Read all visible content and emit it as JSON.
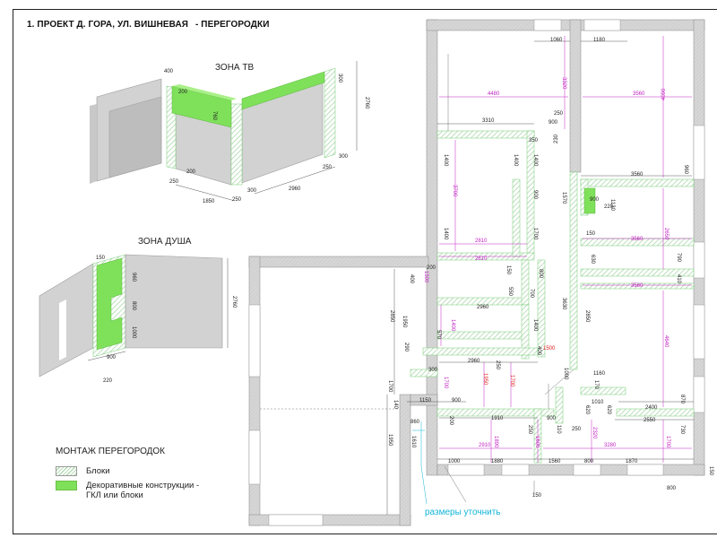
{
  "title": {
    "project": "1. ПРОЕКТ Д. ГОРА, УЛ. ВИШНЕВАЯ",
    "section": "- ПЕРЕГОРОДКИ"
  },
  "zones": {
    "tv": "ЗОНА ТВ",
    "shower": "ЗОНА ДУША"
  },
  "legend": {
    "title": "МОНТАЖ ПЕРЕГОРОДОК",
    "blocks": "Блоки",
    "deco_line1": "Декоративные конструкции -",
    "deco_line2": "ГКЛ или блоки"
  },
  "note": "размеры уточнить",
  "colors": {
    "wall_gray": "#d2d2d2",
    "deco_green": "#7fe05a",
    "block_hatch": "#9fd39f",
    "dim_magenta": "#c224c2",
    "dim_red": "#e02020",
    "note_cyan": "#13b5d8"
  },
  "tv_zone_dims": {
    "a": "400",
    "b": "200",
    "c": "760",
    "d": "300",
    "e": "2760",
    "f": "250",
    "g": "200",
    "h": "1850",
    "i": "250",
    "j": "300",
    "k": "2960",
    "l": "250",
    "m": "300"
  },
  "shower_zone_dims": {
    "a": "150",
    "b": "960",
    "c": "800",
    "d": "1000",
    "e": "2760",
    "f": "900",
    "g": "220"
  },
  "plan_dims": {
    "d1060": "1060",
    "d1180": "1180",
    "d4480": "4480",
    "d3560a": "3560",
    "d3320": "3320",
    "d4090": "4090",
    "d3310": "3310",
    "d250a": "250",
    "d900a": "900",
    "d350": "350",
    "d230": "230",
    "d1400a": "1400",
    "d3700": "3700",
    "d1400b": "1400",
    "d1400c": "1400",
    "d900b": "900",
    "d3560b": "3560",
    "d960": "960",
    "d1570": "1570",
    "d900c": "900",
    "d1130": "1130",
    "d220": "220",
    "d2810a": "2810",
    "d1400d": "1400",
    "d1700": "1700",
    "d2650": "2650",
    "d3560c": "3560",
    "d150": "150",
    "d2810b": "2810",
    "d150b": "150",
    "d800": "800",
    "d630": "630",
    "d790": "790",
    "d3560d": "3560",
    "d410": "410",
    "d200": "200",
    "d400": "400",
    "d550": "550",
    "d700": "700",
    "d1500a": "1500",
    "d2960a": "2960",
    "d2850a": "2850",
    "d1950": "1950",
    "d3630": "3630",
    "d2850b": "2850",
    "d4640": "4640",
    "d1400e": "1400",
    "d1400f": "1400",
    "d570": "570",
    "d400b": "400",
    "d290": "290",
    "d1500b": "1500",
    "d2960b": "2960",
    "d250b": "250",
    "d300": "300",
    "d1700b": "1700",
    "d1950b": "1950",
    "d1700c": "1700",
    "d1000": "1000",
    "d1160": "1160",
    "d170": "170",
    "d1010": "1010",
    "d2400": "2400",
    "d870": "870",
    "d1150": "1150",
    "d900d": "900",
    "d140": "140",
    "d1910": "1910",
    "d900e": "900",
    "d620": "620",
    "d620b": "620",
    "d2550": "2550",
    "d730": "730",
    "d200b": "200",
    "d250c": "250",
    "d110": "110",
    "d250d": "250",
    "d1950c": "1950",
    "d860": "860",
    "d1610": "1610",
    "d2910": "2910",
    "d1890": "1890",
    "d1600": "1600",
    "d2320": "2320",
    "d3280": "3280",
    "d1700d": "1700",
    "d1000b": "1000",
    "d1880": "1880",
    "d1560": "1560",
    "d800b": "800",
    "d1870": "1870",
    "d800c": "800",
    "d150c": "150",
    "d150d": "150"
  }
}
